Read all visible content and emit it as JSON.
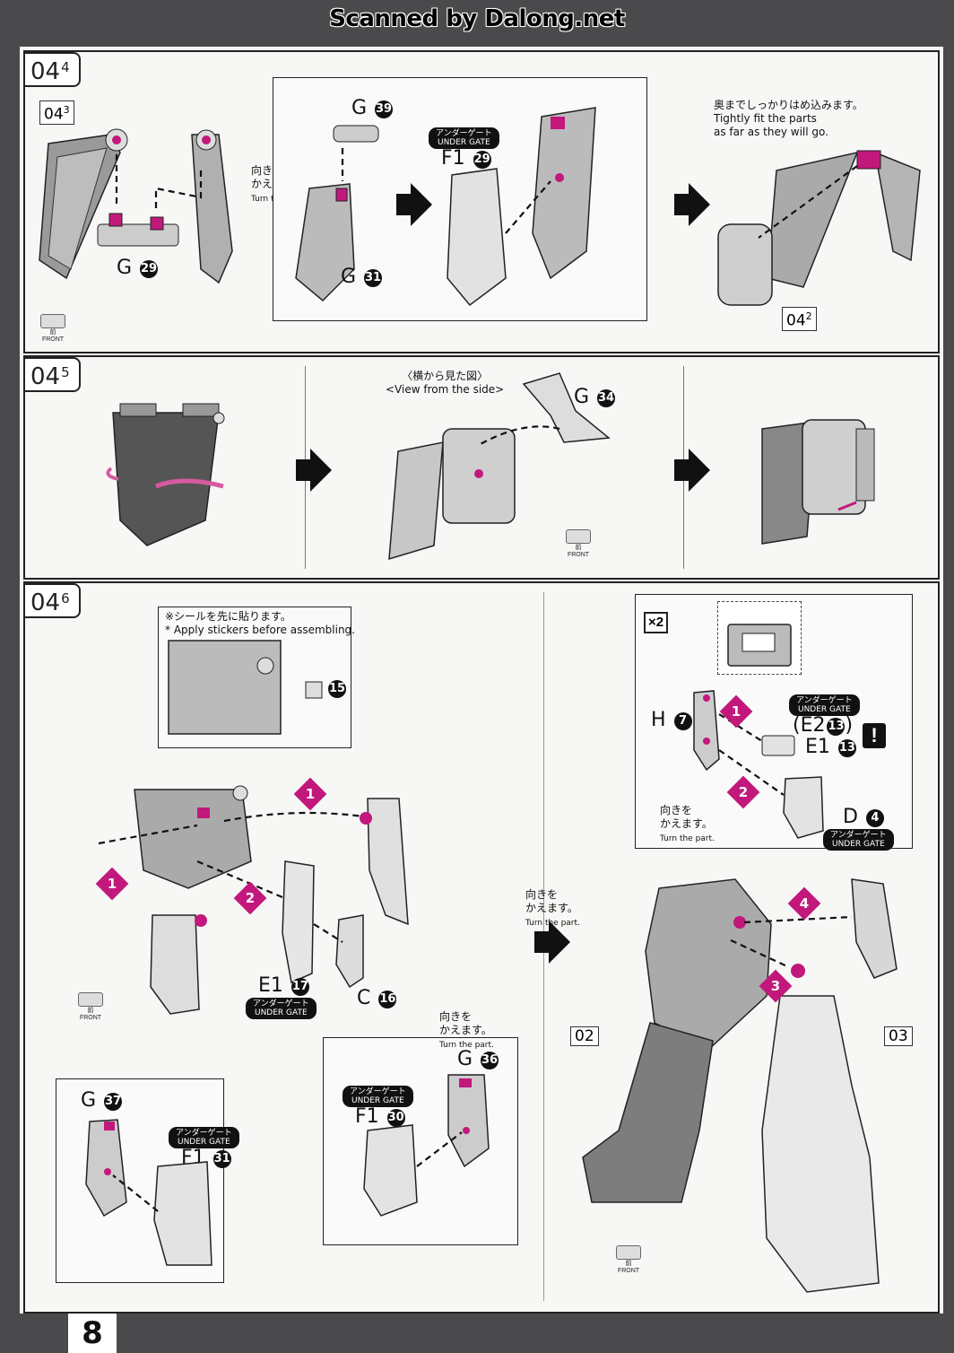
{
  "scan_credit": "Scanned by Dalong.net",
  "page_number": "8",
  "steps": {
    "s044": {
      "main": "04",
      "sub": "4"
    },
    "s045": {
      "main": "04",
      "sub": "5"
    },
    "s046": {
      "main": "04",
      "sub": "6"
    }
  },
  "refs": {
    "r043": {
      "main": "04",
      "sub": "3"
    },
    "r042": {
      "main": "04",
      "sub": "2"
    },
    "r02": "02",
    "r03": "03"
  },
  "parts": {
    "g29": {
      "letter": "G",
      "num": "29"
    },
    "g39": {
      "letter": "G",
      "num": "39"
    },
    "g31": {
      "letter": "G",
      "num": "31"
    },
    "f129": {
      "letter": "F1",
      "num": "29"
    },
    "g34": {
      "letter": "G",
      "num": "34"
    },
    "e117": {
      "letter": "E1",
      "num": "17"
    },
    "c16": {
      "letter": "C",
      "num": "16"
    },
    "g36": {
      "letter": "G",
      "num": "36"
    },
    "f130": {
      "letter": "F1",
      "num": "30"
    },
    "g37": {
      "letter": "G",
      "num": "37"
    },
    "f131": {
      "letter": "F1",
      "num": "31"
    },
    "h7": {
      "letter": "H",
      "num": "7"
    },
    "e213": {
      "letter": "(E2",
      "num": "13",
      "close": ")"
    },
    "e113": {
      "letter": "E1",
      "num": "13"
    },
    "d4": {
      "letter": "D",
      "num": "4"
    },
    "sticker15": {
      "num": "15"
    }
  },
  "under_gate": {
    "jp": "アンダーゲート",
    "en": "UNDER GATE"
  },
  "turn": {
    "jp1": "向きを",
    "jp2": "かえます。",
    "en": "Turn the part."
  },
  "fit_note": {
    "jp": "奥までしっかりはめ込みます。",
    "en1": "Tightly fit the parts",
    "en2": "as far as they will go."
  },
  "side_view": {
    "jp": "〈横から見た図〉",
    "en": "<View from the side>"
  },
  "sticker_note": {
    "jp": "※シールを先に貼ります。",
    "en": "* Apply stickers before assembling."
  },
  "front": {
    "jp": "前",
    "en": "FRONT"
  },
  "multiplier": "×2",
  "warning": "!",
  "order": [
    "1",
    "1",
    "2",
    "1",
    "2",
    "3",
    "4"
  ],
  "colors": {
    "accent": "#c2187c",
    "part_fill": "#d9d9d9",
    "panel": "#f7f7f5"
  }
}
